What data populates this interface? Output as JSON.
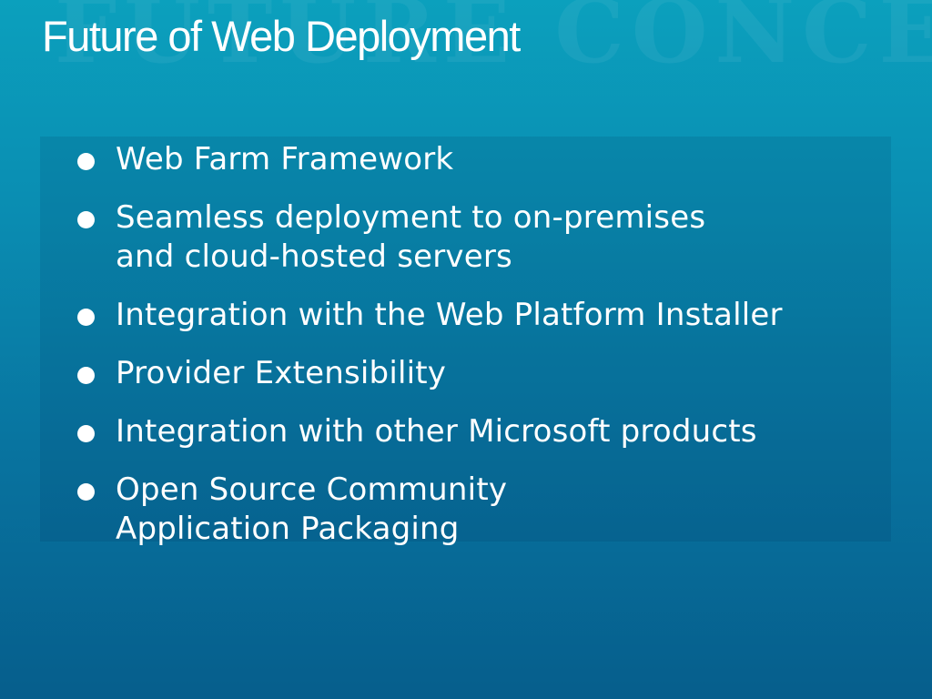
{
  "slide": {
    "title": "Future of Web Deployment",
    "watermark": "FUTURE CONCEPT",
    "bullets": [
      {
        "line1": "Web Farm Framework",
        "line2": ""
      },
      {
        "line1": "Seamless deployment to on-premises",
        "line2": "and cloud-hosted servers"
      },
      {
        "line1": "Integration with the Web Platform Installer",
        "line2": ""
      },
      {
        "line1": "Provider Extensibility",
        "line2": ""
      },
      {
        "line1": "Integration with other Microsoft products",
        "line2": ""
      },
      {
        "line1": "Open Source Community",
        "line2": "Application Packaging"
      }
    ]
  },
  "colors": {
    "background_top": "#0ba0bd",
    "background_bottom": "#065e8c",
    "text": "#ffffff"
  }
}
